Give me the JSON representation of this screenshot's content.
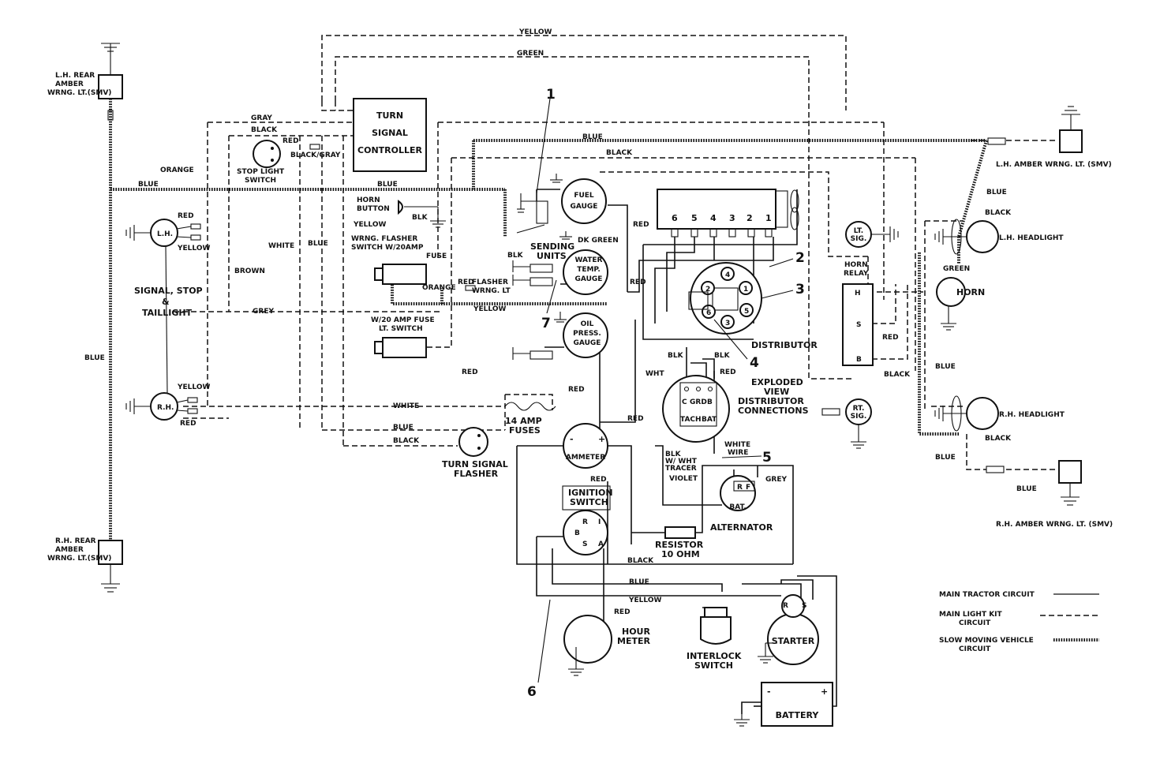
{
  "components": {
    "lh_rear_amber": "L.H. REAR AMBER WRNG. LT. (SMV)",
    "rh_rear_amber": "R.H. REAR AMBER WRNG. LT. (SMV)",
    "turn_signal_controller": "TURN SIGNAL CONTROLLER",
    "stop_light_switch": "STOP LIGHT SWITCH",
    "horn_button": "HORN BUTTON",
    "wrng_flasher_switch": "WRNG. FLASHER SWITCH W/20 AMP FUSE",
    "lt_switch": "W/20 AMP FUSE LT. SWITCH",
    "lh_lamp": "L.H.",
    "rh_lamp": "R.H.",
    "signal_stop_taillight": "SIGNAL, STOP & TAILLIGHT",
    "fuel_gauge": "FUEL GAUGE",
    "water_temp_gauge": "WATER TEMP. GAUGE",
    "oil_press_gauge": "OIL PRESS. GAUGE",
    "sending_units": "SENDING UNITS",
    "flasher_wrng_lt": "FLASHER WRNG. LT",
    "ammeter": "AMMETER",
    "fuses_14_amp": "14 AMP FUSES",
    "turn_signal_flasher": "TURN SIGNAL FLASHER",
    "ignition_switch": "IGNITION SWITCH",
    "hour_meter": "HOUR METER",
    "interlock_switch": "INTERLOCK SWITCH",
    "starter": "STARTER",
    "battery": "BATTERY",
    "alternator": "ALTERNATOR",
    "resistor": "RESISTOR 10 OHM",
    "distributor": "DISTRIBUTOR",
    "exploded_view": "EXPLODED VIEW DISTRIBUTOR CONNECTIONS",
    "lh_amber_front": "L.H. AMBER WRNG. LT. (SMV)",
    "rh_amber_front": "R.H. AMBER WRNG. LT. (SMV)",
    "lh_headlight": "L.H. HEADLIGHT",
    "rh_headlight": "R.H. HEADLIGHT",
    "horn": "HORN",
    "horn_relay": "HORN RELAY",
    "lt_sig": "LT. SIG.",
    "rt_sig": "RT. SIG.",
    "bat_terminal": "BAT."
  },
  "terminals": {
    "cylinders": [
      "6",
      "5",
      "4",
      "3",
      "2",
      "1"
    ],
    "dist_positions": [
      "4",
      "1",
      "2",
      "5",
      "6",
      "3"
    ],
    "relay": [
      "H",
      "S",
      "B"
    ],
    "ignition": [
      "R",
      "I",
      "B",
      "S",
      "A"
    ],
    "exploded": [
      "C",
      "GRD",
      "B",
      "TACH",
      "BAT"
    ],
    "starter": [
      "R",
      "S"
    ],
    "battery": [
      "-",
      "+"
    ],
    "ammeter": [
      "-",
      "+"
    ],
    "alternator": [
      "R",
      "F"
    ]
  },
  "callouts": [
    "1",
    "2",
    "3",
    "4",
    "5",
    "6",
    "7"
  ],
  "wires": {
    "yellow": "YELLOW",
    "green": "GREEN",
    "gray": "GRAY",
    "grey": "GREY",
    "black": "BLACK",
    "blk": "BLK",
    "blue": "BLUE",
    "red": "RED",
    "orange": "ORANGE",
    "white": "WHITE",
    "brown": "BROWN",
    "violet": "VIOLET",
    "wht": "WHT",
    "dk_green": "DK GREEN",
    "black_gray": "BLACK/GRAY",
    "blk_wht_tracer": "BLK W/ WHT TRACER",
    "white_wire": "WHITE WIRE"
  },
  "legend": {
    "main": "MAIN TRACTOR CIRCUIT",
    "kit": "MAIN LIGHT KIT CIRCUIT",
    "smv": "SLOW MOVING VEHICLE CIRCUIT"
  }
}
